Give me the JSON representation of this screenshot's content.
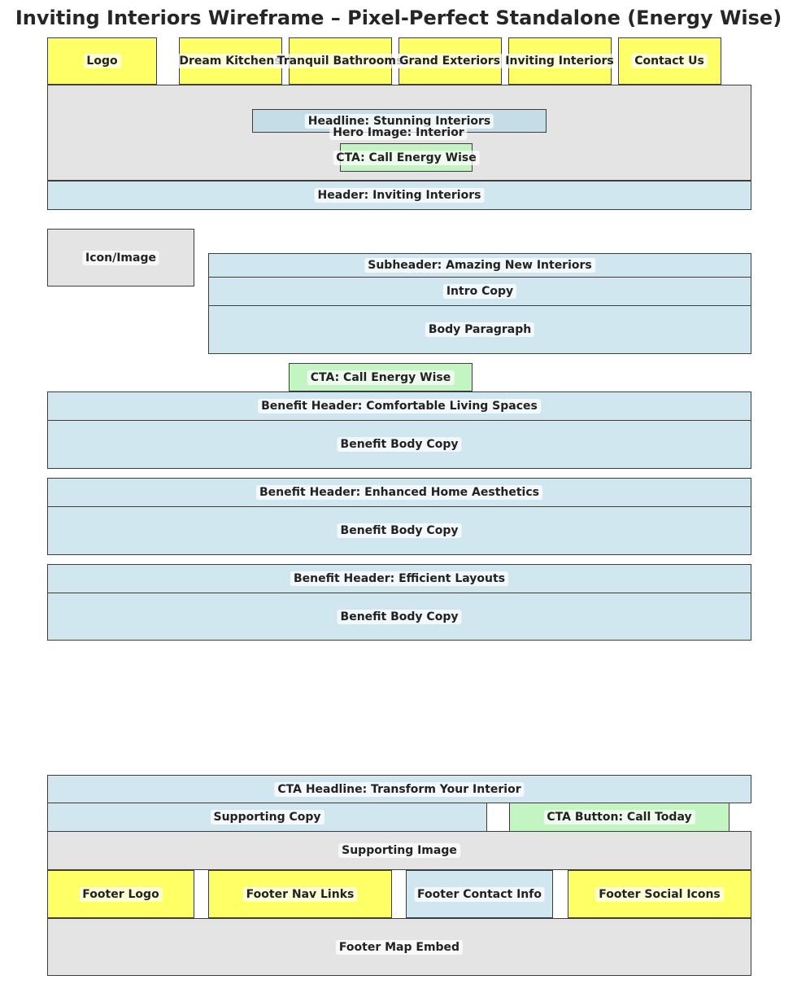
{
  "title": "Inviting Interiors Wireframe – Pixel-Perfect Standalone (Energy Wise)",
  "colors": {
    "nav": "#ffff66",
    "content": "#d0e7f0",
    "cta": "#c2f5c2",
    "media": "#e4e4e4",
    "border": "#3d3d3d"
  },
  "nav": {
    "logo": "Logo",
    "items": [
      "Dream Kitchens",
      "Tranquil Bathrooms",
      "Grand Exteriors",
      "Inviting Interiors",
      "Contact Us"
    ]
  },
  "hero": {
    "image": "Hero Image: Interior",
    "headline": "Headline: Stunning Interiors",
    "cta": "CTA: Call Energy Wise",
    "header": "Header: Inviting Interiors"
  },
  "intro": {
    "icon": "Icon/Image",
    "subheader": "Subheader: Amazing New Interiors",
    "intro_copy": "Intro Copy",
    "body": "Body Paragraph",
    "cta": "CTA: Call Energy Wise"
  },
  "benefits": [
    {
      "header": "Benefit Header: Comfortable Living Spaces",
      "body": "Benefit Body Copy"
    },
    {
      "header": "Benefit Header: Enhanced Home Aesthetics",
      "body": "Benefit Body Copy"
    },
    {
      "header": "Benefit Header: Efficient Layouts",
      "body": "Benefit Body Copy"
    }
  ],
  "cta_section": {
    "headline": "CTA Headline: Transform Your Interior",
    "supporting_copy": "Supporting Copy",
    "button": "CTA Button: Call Today",
    "image": "Supporting Image"
  },
  "footer": {
    "logo": "Footer Logo",
    "nav_links": "Footer Nav Links",
    "contact": "Footer Contact Info",
    "social": "Footer Social Icons",
    "map": "Footer Map Embed"
  }
}
